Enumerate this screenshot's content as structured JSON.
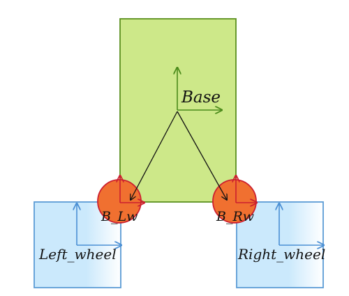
{
  "diagram": {
    "base": {
      "label": "Base",
      "fill": "#cde889",
      "stroke": "#5a8f1e",
      "axis_color": "#4a8a1a"
    },
    "left_wheel": {
      "label": "Left_wheel",
      "fill_light": "#ffffff",
      "fill_dark": "#cbe9fc",
      "stroke": "#5b9bd5",
      "axis_color": "#4a8fd4"
    },
    "right_wheel": {
      "label": "Right_wheel",
      "fill_light": "#ffffff",
      "fill_dark": "#cbe9fc",
      "stroke": "#5b9bd5",
      "axis_color": "#4a8fd4"
    },
    "joints": [
      {
        "label": "B_Lw",
        "fill": "#f07030",
        "stroke": "#cc1f2f"
      },
      {
        "label": "B_Rw",
        "fill": "#f07030",
        "stroke": "#cc1f2f"
      }
    ],
    "link_color": "#111111"
  }
}
